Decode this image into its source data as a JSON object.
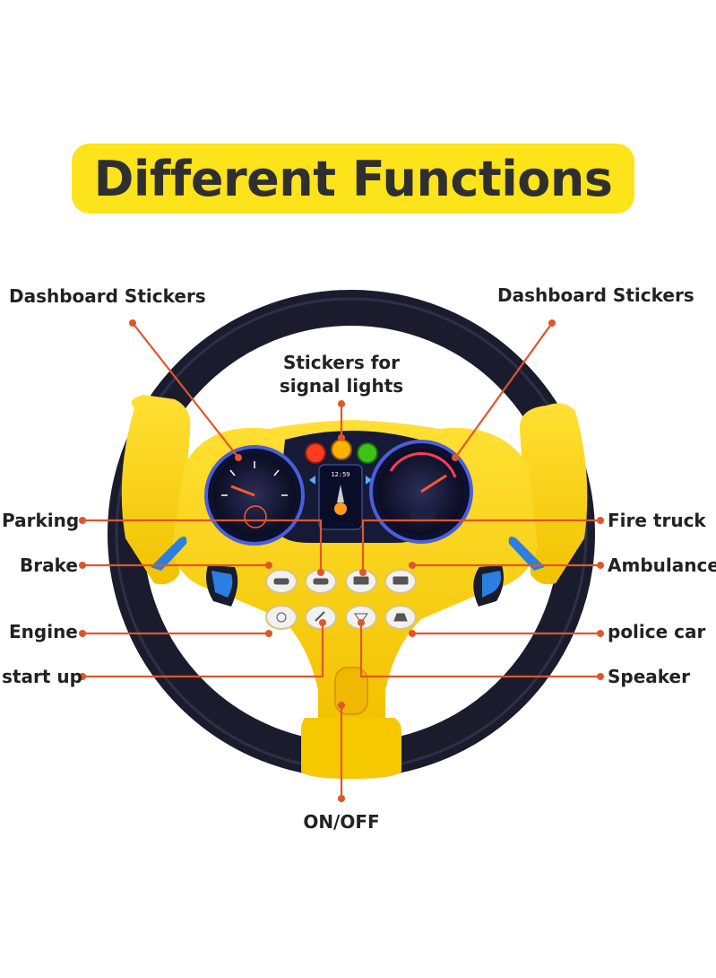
{
  "title": "Different Functions",
  "labels": {
    "dashboard_left": "Dashboard Stickers",
    "dashboard_right": "Dashboard Stickers",
    "signal_line1": "Stickers for",
    "signal_line2": "signal lights",
    "parking": "Parking",
    "brake": "Brake",
    "engine": "Engine",
    "start_up": "start up",
    "fire_truck": "Fire truck",
    "ambulance": "Ambulance",
    "police_car": "police car",
    "speaker": "Speaker",
    "on_off": "ON/OFF"
  },
  "clock_text": "12:59",
  "colors": {
    "banner": "#fde31a",
    "wheel_yellow": "#fbd514",
    "wheel_black": "#1a1c2e",
    "leader_line": "#e0562a",
    "text": "#222222",
    "light_red": "#ff3b1f",
    "light_amber": "#ffb100",
    "light_green": "#3cc414",
    "accent_blue": "#2a7fe0"
  }
}
